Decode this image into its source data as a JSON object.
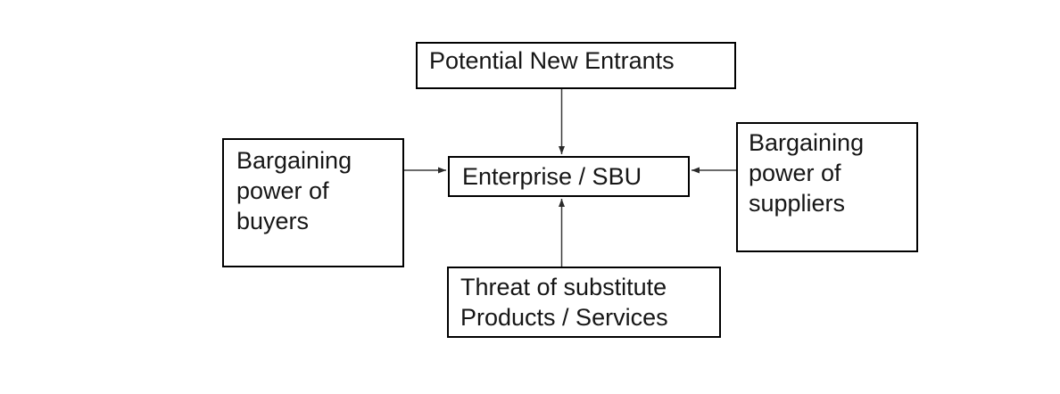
{
  "diagram": {
    "type": "block-diagram",
    "background_color": "#ffffff",
    "box_border_color": "#000000",
    "arrow_color": "#3a3a3a",
    "text_color": "#161616",
    "nodes": {
      "potential_new_entrants": {
        "label": "Potential New Entrants"
      },
      "bargaining_power_buyers": {
        "label": "Bargaining\npower of\nbuyers"
      },
      "enterprise_sbu": {
        "label": "Enterprise / SBU"
      },
      "bargaining_power_suppliers": {
        "label": "Bargaining\npower of\nsuppliers"
      },
      "threat_substitutes": {
        "label": "Threat of substitute\nProducts / Services"
      }
    },
    "edges": [
      {
        "from": "potential_new_entrants",
        "to": "enterprise_sbu",
        "direction": "down"
      },
      {
        "from": "bargaining_power_buyers",
        "to": "enterprise_sbu",
        "direction": "right"
      },
      {
        "from": "bargaining_power_suppliers",
        "to": "enterprise_sbu",
        "direction": "left"
      },
      {
        "from": "threat_substitutes",
        "to": "enterprise_sbu",
        "direction": "up"
      }
    ]
  }
}
